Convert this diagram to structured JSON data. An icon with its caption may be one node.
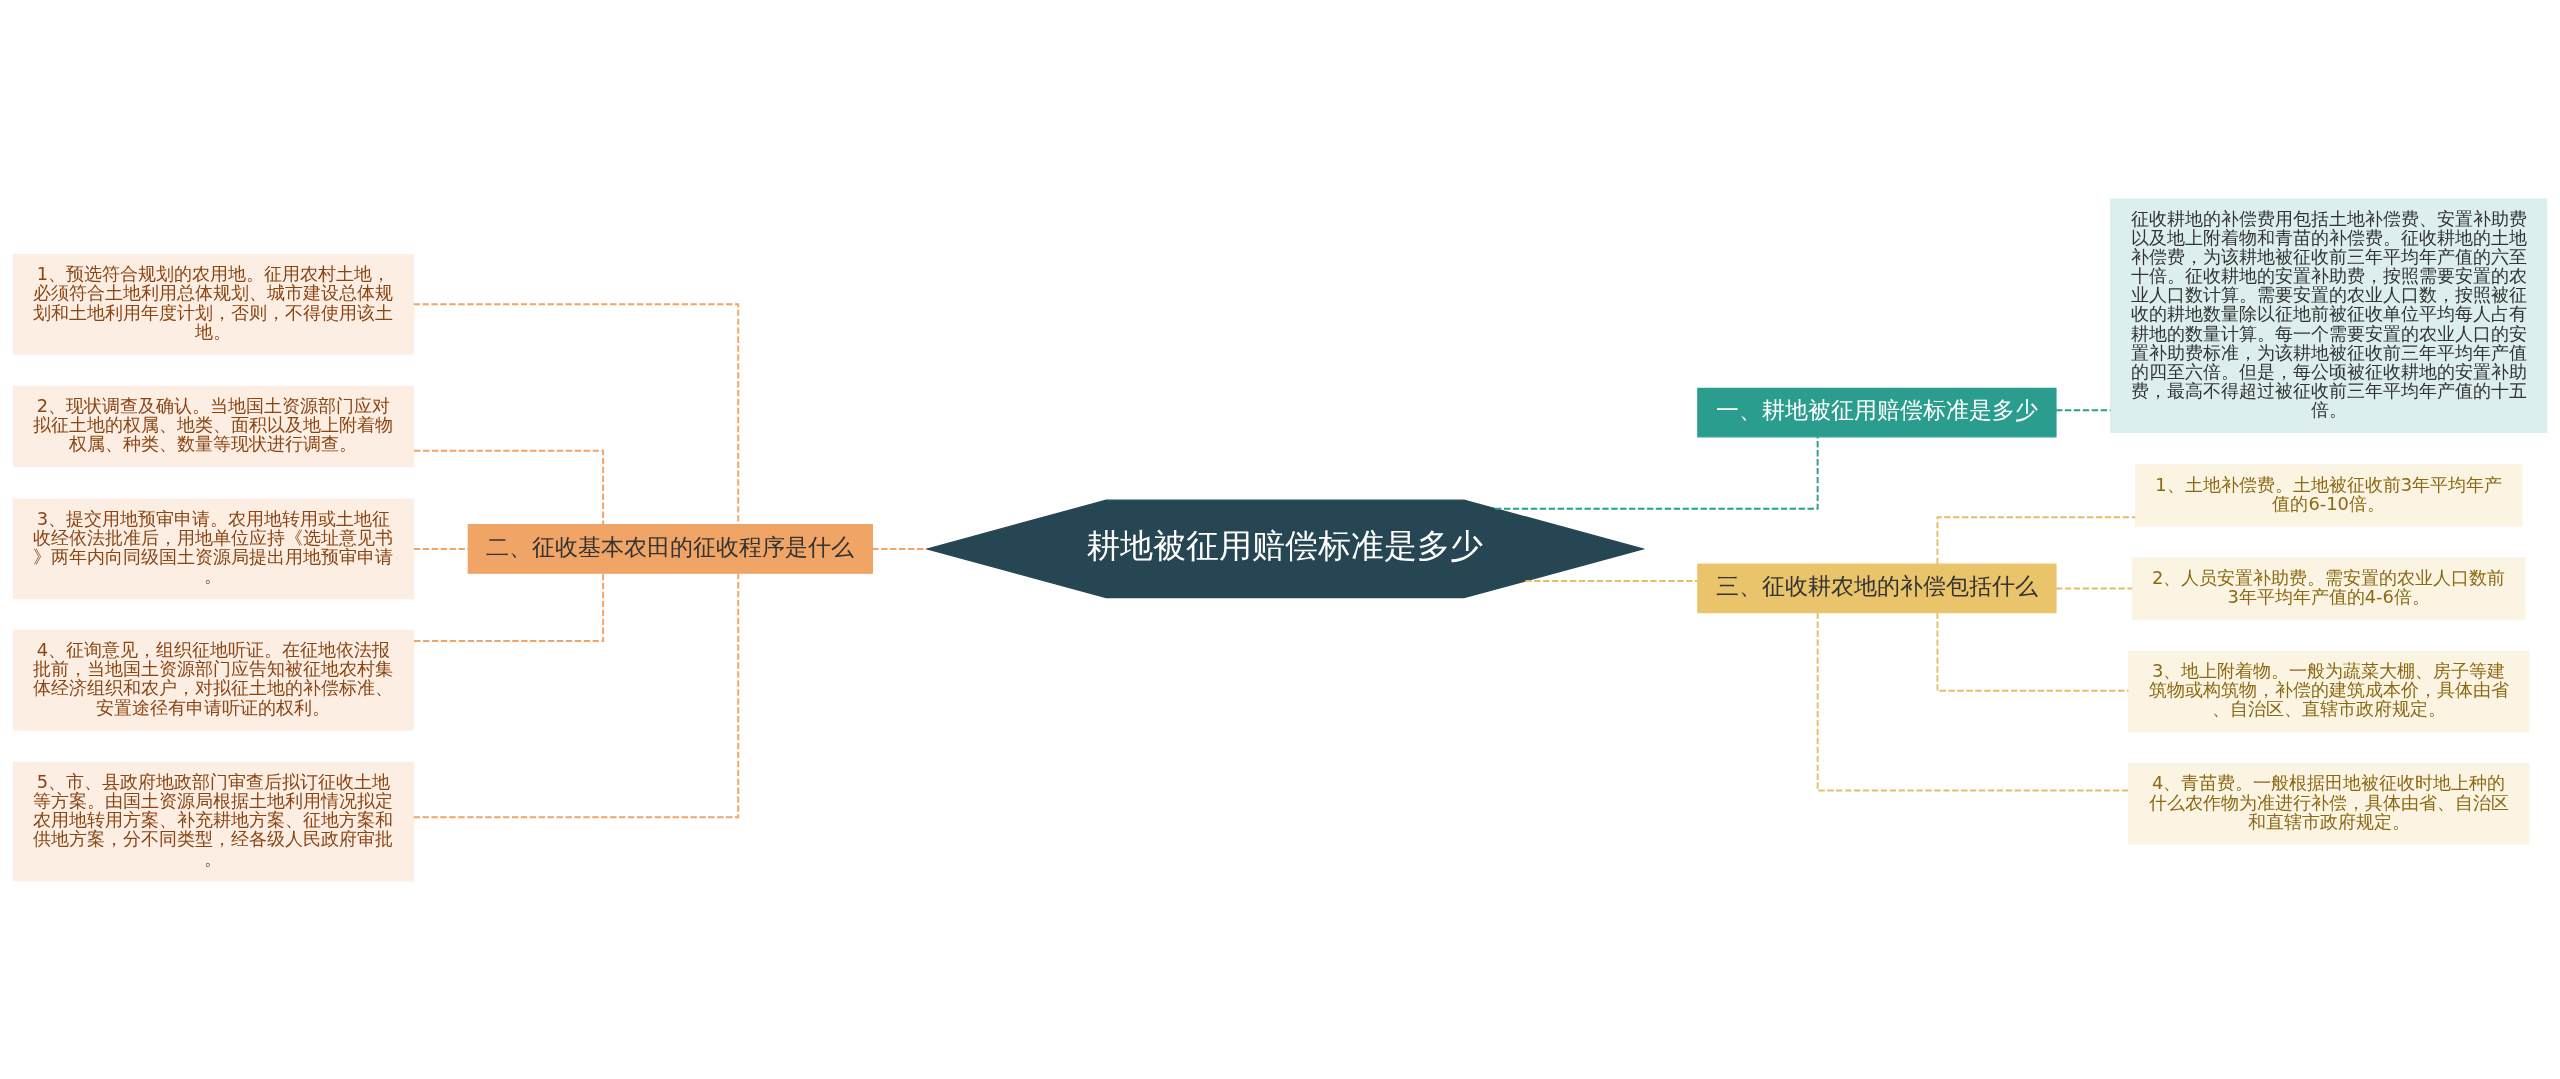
{
  "diagram": {
    "nodes": [
      {
        "text": [
          "耕地被征用赔偿标准是多少"
        ]
      },
      {
        "text": [
          "一、耕地被征用赔偿标准是多少"
        ]
      },
      {
        "text": [
          "征收耕地的补偿费用包括土地补偿费、安置补助费以及地上附着物和青苗的补偿费。征收耕地的土地补偿费，为该耕地被征收前三年平均年产值的六至十倍。征收耕地的安置补助费，按照需要安置的农业人口数计算。需要安置的农业人口数，按照被征收的耕地数量除以征地前被征收单位平均每人占有耕地的数量计算。每一个需要安置的农业人口的安置补助费标准，为该耕地被征收前三年平均年产值的四至六倍。但是，每公顷被征收耕地的安置补助费，最高不得超过被征收前三年平均年产值的十五倍。"
        ]
      },
      {
        "text": [
          "二、征收基本农田的征收程序是什么"
        ]
      },
      {
        "text": [
          "1、预选符合规划的农用地。征用农村土地，必须符合土地利用总体规划、城市建设总体规划和土地利用年度计划，否则，不得使用该土地。"
        ]
      },
      {
        "text": [
          "2、现状调查及确认。当地国土资源部门应对拟征土地的权属、地类、面积以及地上附着物权属、种类、数量等现状进行调查。"
        ]
      },
      {
        "text": [
          "3、提交用地预审申请。农用地转用或土地征收经依法批准后，用地单位应持《选址意见书》两年内向同级国土资源局提出用地预审申请。"
        ]
      },
      {
        "text": [
          "4、征询意见，组织征地听证。在征地依法报批前，当地国土资源部门应告知被征地农村集体经济组织和农户，对拟征土地的补偿标准、安置途径有申请听证的权利。"
        ]
      },
      {
        "text": [
          "5、市、县政府地政部门审查后拟订征收土地等方案。由国土资源局根据土地利用情况拟定农用地转用方案、补充耕地方案、征地方案和供地方案，分不同类型，经各级人民政府审批。"
        ]
      },
      {
        "text": [
          "三、征收耕农地的补偿包括什么"
        ]
      },
      {
        "text": [
          "1、土地补偿费。土地被征收前3年平均年产值的6-10倍。"
        ]
      },
      {
        "text": [
          "2、人员安置补助费。需安置的农业人口数前3年平均年产值的4-6倍。"
        ]
      },
      {
        "text": [
          "3、地上附着物。一般为蔬菜大棚、房子等建筑物或构筑物，补偿的建筑成本价，具体由省、自治区、直辖市政府规定。"
        ]
      },
      {
        "text": [
          "4、青苗费。一般根据田地被征收时地上种的什么农作物为准进行补偿，具体由省、自治区和直辖市政府规定。"
        ]
      }
    ],
    "edges": [
      {
        "from": 0,
        "to": 1,
        "arrow": "none",
        "style": "dashed",
        "color": "#2a9d8f"
      },
      {
        "from": 1,
        "to": 2,
        "arrow": "none",
        "style": "dashed",
        "color": "#2a9d8f"
      },
      {
        "from": 0,
        "to": 3,
        "arrow": "none",
        "style": "dashed",
        "color": "#f0a465"
      },
      {
        "from": 3,
        "to": 4,
        "arrow": "none",
        "style": "dashed",
        "color": "#f0a465"
      },
      {
        "from": 3,
        "to": 5,
        "arrow": "none",
        "style": "dashed",
        "color": "#f0a465"
      },
      {
        "from": 3,
        "to": 6,
        "arrow": "none",
        "style": "dashed",
        "color": "#f0a465"
      },
      {
        "from": 3,
        "to": 7,
        "arrow": "none",
        "style": "dashed",
        "color": "#f0a465"
      },
      {
        "from": 3,
        "to": 8,
        "arrow": "none",
        "style": "dashed",
        "color": "#f0a465"
      },
      {
        "from": 0,
        "to": 9,
        "arrow": "none",
        "style": "dashed",
        "color": "#e2c06a"
      },
      {
        "from": 9,
        "to": 10,
        "arrow": "none",
        "style": "dashed",
        "color": "#e2c06a"
      },
      {
        "from": 9,
        "to": 11,
        "arrow": "none",
        "style": "dashed",
        "color": "#e2c06a"
      },
      {
        "from": 9,
        "to": 12,
        "arrow": "none",
        "style": "dashed",
        "color": "#e2c06a"
      },
      {
        "from": 9,
        "to": 13,
        "arrow": "none",
        "style": "dashed",
        "color": "#e2c06a"
      }
    ]
  }
}
